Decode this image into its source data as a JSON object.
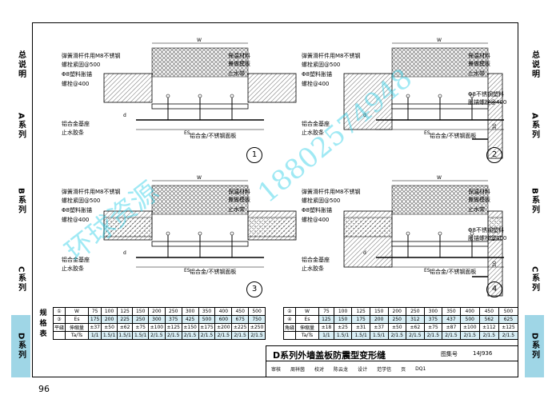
{
  "page_number": "96",
  "side_tabs": [
    "总说明",
    "A系列",
    "B系列",
    "C系列",
    "D系列"
  ],
  "details": [
    {
      "id": "1",
      "labels": [
        "弹簧滑杆件用M8不锈钢",
        "螺栓紧固@500",
        "Φ8塑料胀锚",
        "螺栓@400",
        "铝合金基座",
        "止水胶条"
      ],
      "right_labels": [
        "保温材料",
        "兼做模板",
        "止水带"
      ],
      "bottom_labels": [
        "ES",
        "铝合金/不锈钢面板"
      ],
      "w": "W",
      "d": "d"
    },
    {
      "id": "2",
      "labels": [
        "弹簧滑杆件用M8不锈钢",
        "螺栓紧固@500",
        "Φ8塑料胀锚",
        "螺栓@400",
        "铝合金基座",
        "止水胶条"
      ],
      "right_labels": [
        "保温材料",
        "兼做模板",
        "止水带",
        "Φ8不锈钢塑料",
        "胀锚螺栓@400"
      ],
      "bottom_labels": [
        "ES",
        "铝合金/不锈钢面板"
      ],
      "w": "W",
      "d": "d",
      "dim": "30"
    },
    {
      "id": "3",
      "labels": [
        "弹簧滑杆件用M8不锈钢",
        "螺栓紧固@500",
        "Φ8塑料胀锚",
        "螺栓@400",
        "铝合金基座",
        "止水胶条"
      ],
      "right_labels": [
        "保温材料",
        "兼做模板",
        "止水带"
      ],
      "bottom_labels": [
        "ES",
        "铝合金/不锈钢面板"
      ],
      "w": "W",
      "d": "d"
    },
    {
      "id": "4",
      "labels": [
        "弹簧滑杆件用M8不锈钢",
        "螺栓紧固@500",
        "Φ8塑料胀锚",
        "螺栓@400",
        "铝合金基座",
        "止水胶条"
      ],
      "right_labels": [
        "保温材料",
        "兼做模板",
        "止水带",
        "Φ8不锈钢塑料",
        "胀锚螺栓@400"
      ],
      "bottom_labels": [
        "ES",
        "铝合金/不锈钢面板"
      ],
      "w": "W",
      "d": "d",
      "dim": "30"
    }
  ],
  "spec_table": {
    "header": [
      "规",
      "格",
      "表"
    ],
    "left": {
      "tags": [
        "①",
        "③",
        "平缝"
      ],
      "rows": [
        {
          "name": "W",
          "values": [
            "75",
            "100",
            "125",
            "150",
            "200",
            "250",
            "300",
            "350",
            "400",
            "450",
            "500"
          ]
        },
        {
          "name": "Es",
          "values": [
            "175",
            "200",
            "225",
            "250",
            "300",
            "375",
            "425",
            "500",
            "600",
            "675",
            "750"
          ]
        },
        {
          "name": "伸缩量",
          "values": [
            "±37",
            "±50",
            "±62",
            "±75",
            "±100",
            "±125",
            "±150",
            "±175",
            "±200",
            "±225",
            "±250"
          ]
        },
        {
          "name": "Ta/Ts",
          "values": [
            "1/1",
            "1.5/1",
            "1.5/1",
            "1.5/1",
            "2/1.5",
            "2/1.5",
            "2/1.5",
            "2/1.5",
            "2/1.5",
            "2/1.5",
            "2/1.5"
          ]
        }
      ]
    },
    "right": {
      "tags": [
        "②",
        "④",
        "角缝"
      ],
      "rows": [
        {
          "name": "W",
          "values": [
            "75",
            "100",
            "125",
            "150",
            "200",
            "250",
            "300",
            "350",
            "400",
            "450",
            "500"
          ]
        },
        {
          "name": "Es",
          "values": [
            "125",
            "150",
            "175",
            "200",
            "250",
            "312",
            "375",
            "437",
            "500",
            "562",
            "625"
          ]
        },
        {
          "name": "伸缩量",
          "values": [
            "±18",
            "±25",
            "±31",
            "±37",
            "±50",
            "±62",
            "±75",
            "±87",
            "±100",
            "±112",
            "±125"
          ]
        },
        {
          "name": "Ta/Ts",
          "values": [
            "1/1",
            "1.5/1",
            "1.5/1",
            "1.5/1",
            "2/1.5",
            "2/1.5",
            "2/1.5",
            "2/1.5",
            "2/1.5",
            "2/1.5",
            "2/1.5"
          ]
        }
      ]
    }
  },
  "title_block": {
    "title": "D系列外墙盖板防震型变形缝",
    "atlas_label": "图集号",
    "atlas_no": "14J936",
    "sign_row": [
      "审核",
      "周祥茵",
      "校对",
      "陈云龙",
      "设计",
      "范学信",
      "页",
      "DQ1"
    ]
  },
  "watermark": {
    "text1": "环球资源",
    "text2": "18802574948"
  },
  "colors": {
    "tab": "#9fd6e6",
    "watermark": "#2fd0e8"
  }
}
